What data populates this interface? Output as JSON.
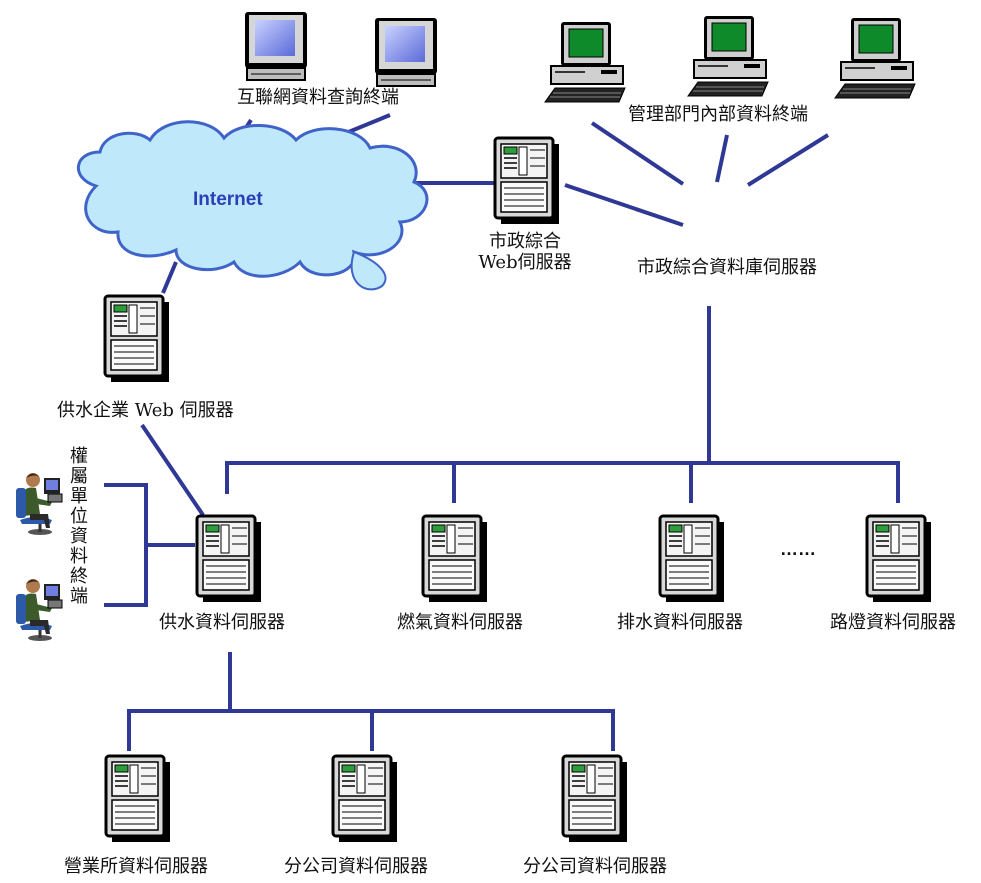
{
  "colors": {
    "line": "#303896",
    "cloud_fill": "#bfe9fb",
    "cloud_stroke": "#3f63c8",
    "internet_text": "#2b3fb8",
    "screen_green": "#0e8a2a",
    "screen_blue": "#6f7fe0"
  },
  "labels": {
    "internet": "Internet",
    "internet_terminal": "互聯網資料查詢終端",
    "mgmt_terminal": "管理部門內部資料終端",
    "city_web_server_line1": "市政綜合",
    "city_web_server_line2": "Web伺服器",
    "city_db_server": "市政綜合資料庫伺服器",
    "water_web_server": "供水企業 Web 伺服器",
    "authority_terminal": "權屬單位資料終端",
    "water_data_server": "供水資料伺服器",
    "gas_data_server": "燃氣資料伺服器",
    "drain_data_server": "排水資料伺服器",
    "ellipsis": "……",
    "street_light_server": "路燈資料伺服器",
    "sales_server": "營業所資料伺服器",
    "branch_server_1": "分公司資料伺服器",
    "branch_server_2": "分公司資料伺服器"
  }
}
